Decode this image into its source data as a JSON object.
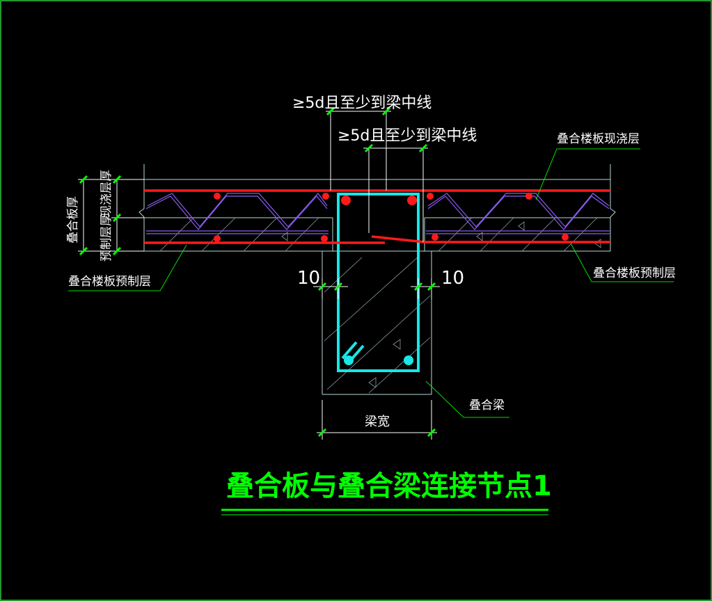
{
  "colors": {
    "background": "#000000",
    "frame": "#2ecc40",
    "text": "#ffffff",
    "title": "#00ff00",
    "rebar": "#ff1a1a",
    "beam": "#19e6e6",
    "thin": "#b8d8d8",
    "truss": "#8a5cf0",
    "leader": "#00e000",
    "tick": "#00ff00"
  },
  "labels": {
    "anchor_top": "≥5d且至少到梁中线",
    "anchor_mid": "≥5d且至少到梁中线",
    "cast_layer": "叠合楼板现浇层",
    "precast_left": "叠合楼板预制层",
    "precast_right": "叠合楼板预制层",
    "slab_thickness": "叠合板厚",
    "cast_thickness": "现浇层厚",
    "precast_thickness": "预制层厚",
    "cover_left": "10",
    "cover_right": "10",
    "beam_name": "叠合梁",
    "beam_width": "梁宽"
  },
  "title": "叠合板与叠合梁连接节点1"
}
